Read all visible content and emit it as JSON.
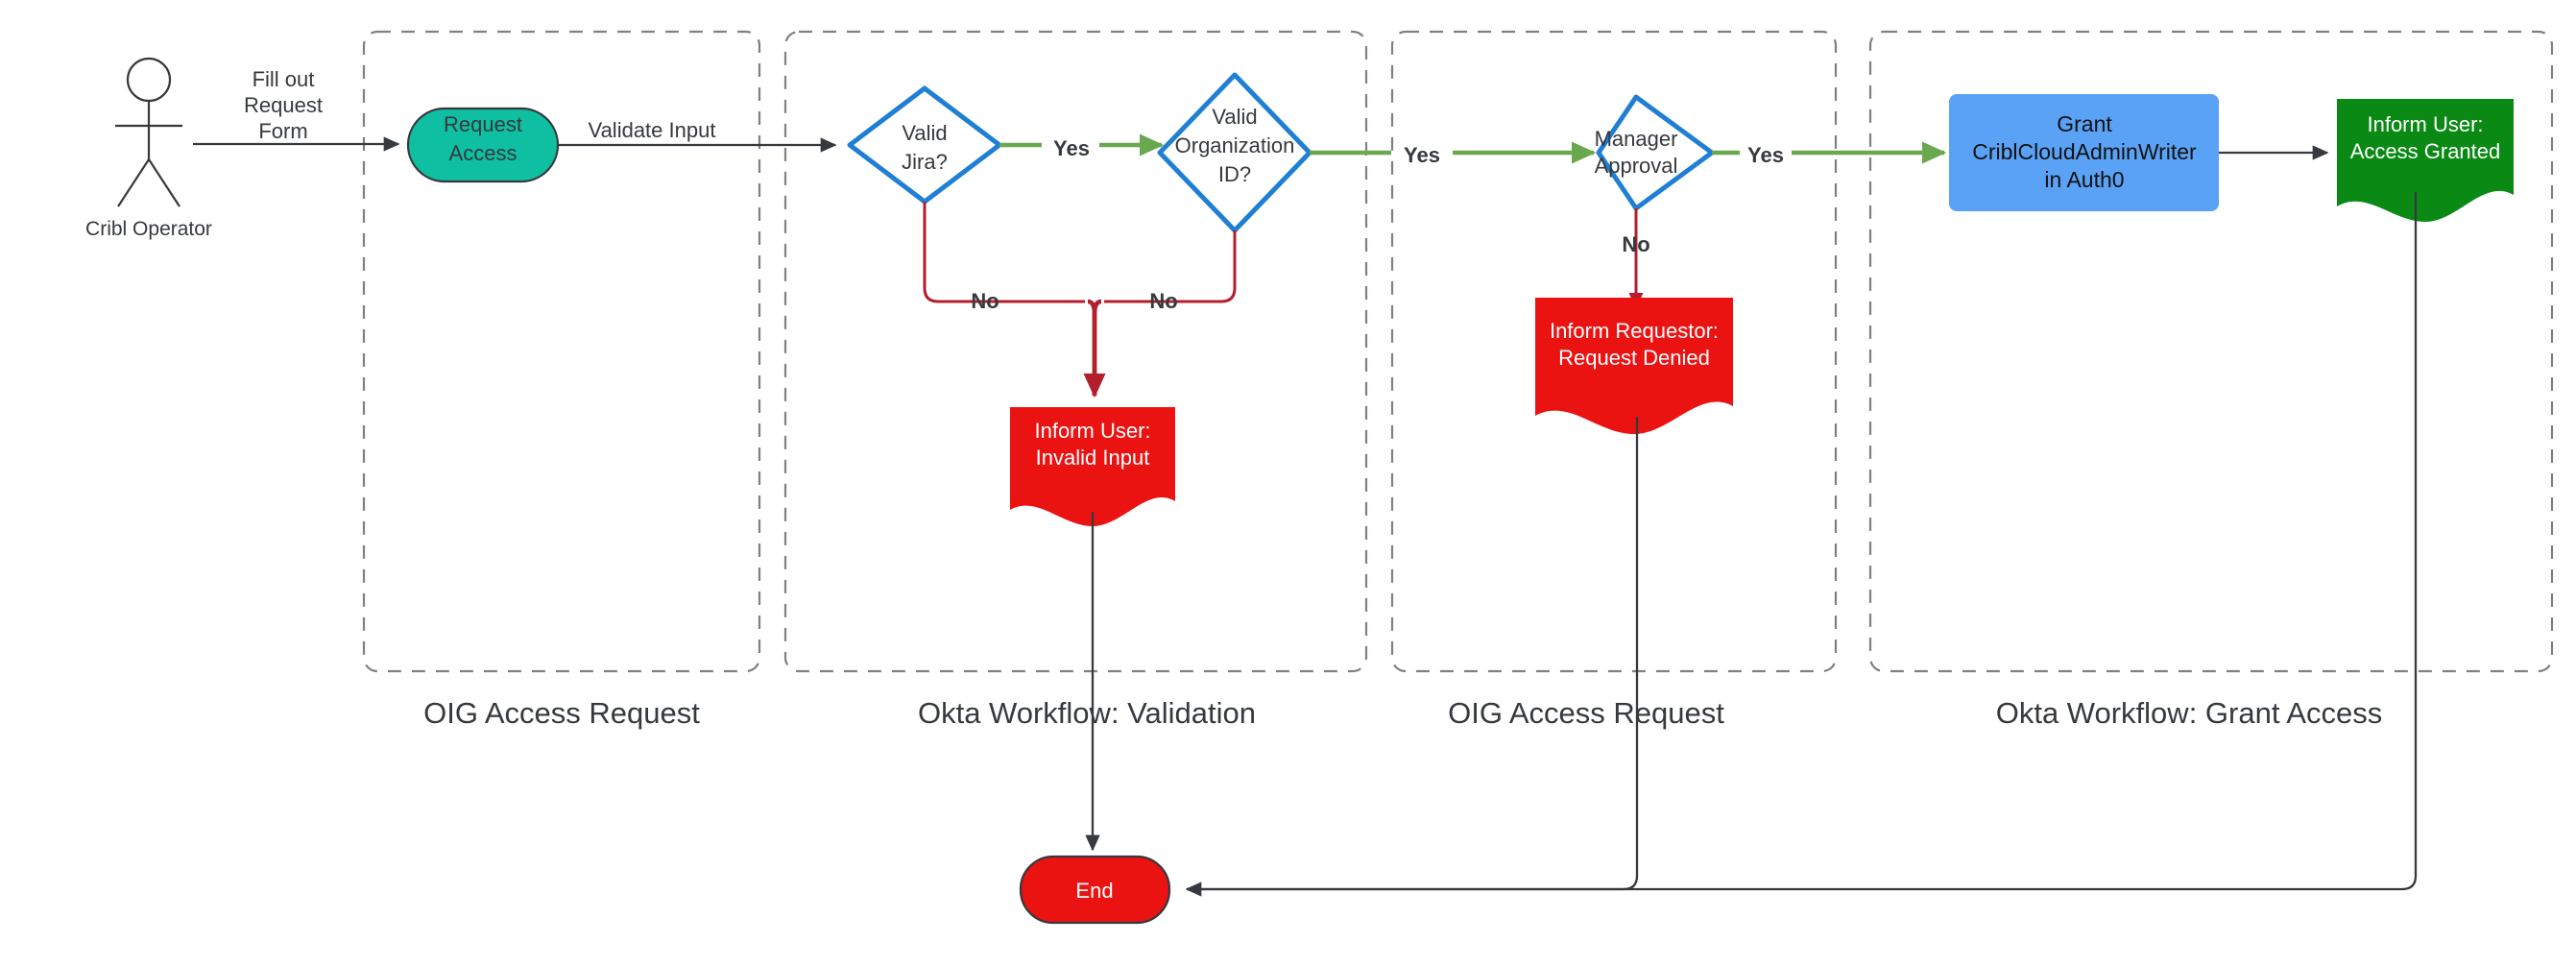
{
  "diagram": {
    "title": "Cribl Access Request Flow",
    "colors": {
      "teal": "#0fbfa1",
      "diamond_border": "#1f7fd4",
      "blue_box": "#5aa2f5",
      "red": "#eb1212",
      "green_box": "#0a8a15",
      "green_edge": "#6aa84f",
      "red_edge": "#b31f2b",
      "dark": "#36393d",
      "lane_border": "#808080"
    }
  },
  "actor": {
    "label": "Cribl Operator",
    "icon": "stick-figure-icon"
  },
  "lanes": [
    {
      "id": "lane-oig-request",
      "label": "OIG Access Request"
    },
    {
      "id": "lane-okta-validation",
      "label": "Okta Workflow: Validation"
    },
    {
      "id": "lane-oig-approval",
      "label": "OIG Access Request"
    },
    {
      "id": "lane-okta-grant",
      "label": "Okta Workflow: Grant Access"
    }
  ],
  "nodes": {
    "request_access": {
      "line1": "Request",
      "line2": "Access",
      "shape": "stadium"
    },
    "valid_jira": {
      "line1": "Valid",
      "line2": "Jira?",
      "shape": "diamond"
    },
    "valid_org_id": {
      "line1": "Valid",
      "line2": "Organization",
      "line3": "ID?",
      "shape": "diamond"
    },
    "manager_approval": {
      "line1": "Manager",
      "line2": "Approval",
      "shape": "diamond"
    },
    "grant_role": {
      "line1": "Grant",
      "line2": "CriblCloudAdminWriter",
      "line3": "in Auth0",
      "shape": "rect"
    },
    "inform_access_granted": {
      "line1": "Inform User:",
      "line2": "Access Granted",
      "shape": "document"
    },
    "inform_invalid_input": {
      "line1": "Inform User:",
      "line2": "Invalid Input",
      "shape": "document"
    },
    "inform_request_denied": {
      "line1": "Inform Requestor:",
      "line2": "Request Denied",
      "shape": "document"
    },
    "end": {
      "line1": "End",
      "shape": "stadium"
    }
  },
  "edges": {
    "fill_out_request_form": {
      "l1": "Fill out",
      "l2": "Request",
      "l3": "Form"
    },
    "validate_input": {
      "label": "Validate Input"
    },
    "jira_yes": {
      "label": "Yes"
    },
    "jira_no": {
      "label": "No"
    },
    "org_yes": {
      "label": "Yes"
    },
    "org_no": {
      "label": "No"
    },
    "approval_yes": {
      "label": "Yes"
    },
    "approval_no": {
      "label": "No"
    }
  }
}
